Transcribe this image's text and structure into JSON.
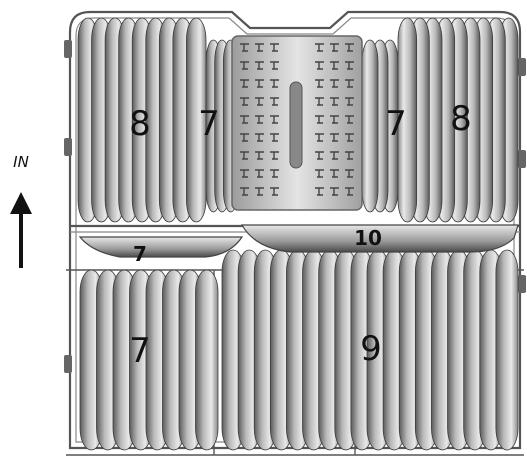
{
  "direction": {
    "label": "IN"
  },
  "positions": {
    "upper_left_outer": "8",
    "upper_left_inner": "7",
    "upper_right_inner": "7",
    "upper_right_outer": "8",
    "bowl_left": "7",
    "bowl_right": "10",
    "lower_left": "7",
    "lower_right": "9"
  }
}
